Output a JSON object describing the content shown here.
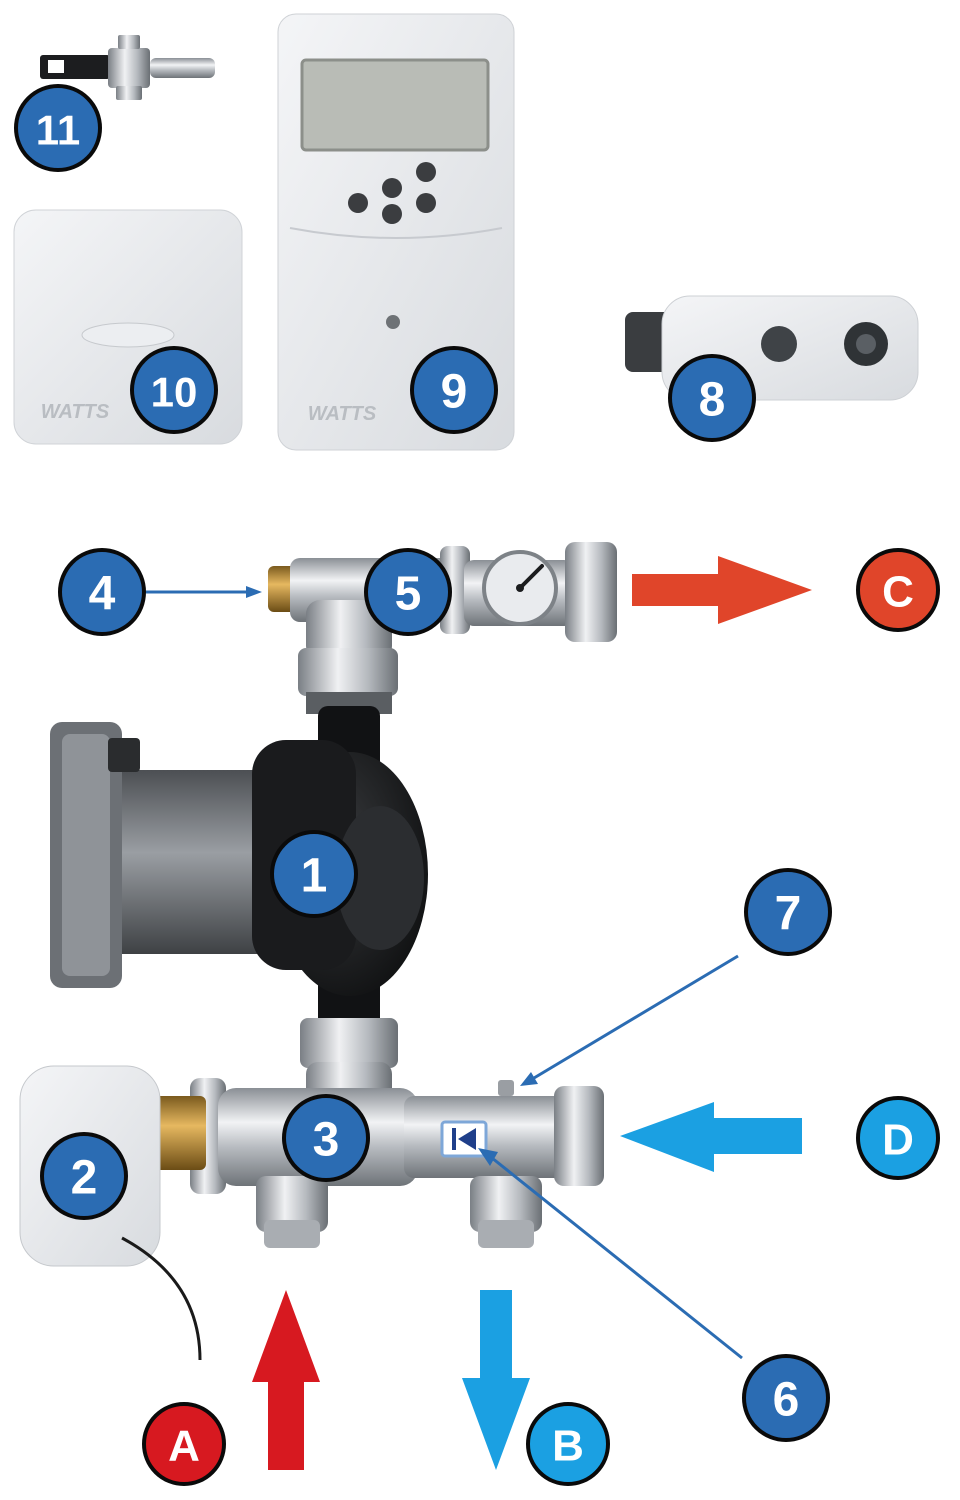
{
  "diagram": {
    "components": [
      {
        "id": "1",
        "label": "1"
      },
      {
        "id": "2",
        "label": "2"
      },
      {
        "id": "3",
        "label": "3"
      },
      {
        "id": "4",
        "label": "4"
      },
      {
        "id": "5",
        "label": "5"
      },
      {
        "id": "6",
        "label": "6"
      },
      {
        "id": "7",
        "label": "7"
      },
      {
        "id": "8",
        "label": "8"
      },
      {
        "id": "9",
        "label": "9"
      },
      {
        "id": "10",
        "label": "10"
      },
      {
        "id": "11",
        "label": "11"
      }
    ],
    "ports": [
      {
        "id": "A",
        "label": "A",
        "flow": "in",
        "color": "#d71920"
      },
      {
        "id": "B",
        "label": "B",
        "flow": "out",
        "color": "#1ba0e2"
      },
      {
        "id": "C",
        "label": "C",
        "flow": "out",
        "color": "#e0452a"
      },
      {
        "id": "D",
        "label": "D",
        "flow": "in",
        "color": "#1ba0e2"
      }
    ],
    "brand": {
      "thermostat": "WATTS",
      "controller": "WATTS"
    },
    "colors": {
      "badge_blue": "#2b6cb3",
      "hot": "#e0452a",
      "cold": "#1ba0e2",
      "supply": "#d71920"
    }
  }
}
